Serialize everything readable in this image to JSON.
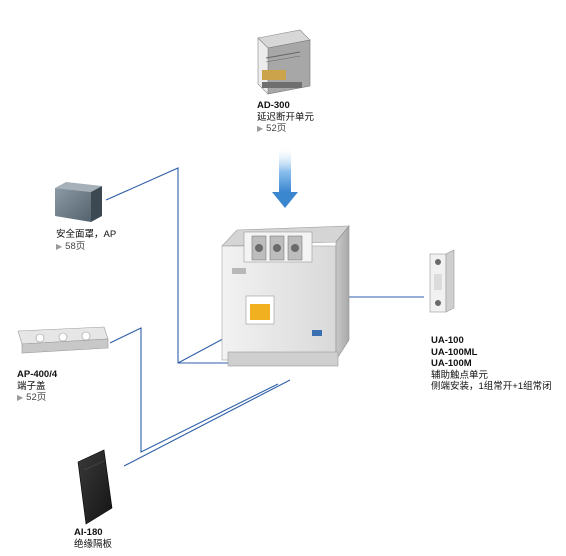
{
  "delay_unit": {
    "code": "AD-300",
    "name": "延迟断开单元",
    "page": "52页"
  },
  "safety_cover": {
    "name": "安全面罩，AP",
    "page": "58页"
  },
  "terminal_cover": {
    "code": "AP-400/4",
    "name": "端子盖",
    "page": "52页"
  },
  "barrier": {
    "code": "AI-180",
    "name": "绝缘隔板"
  },
  "aux_contact": {
    "codes": [
      "UA-100",
      "UA-100ML",
      "UA-100M"
    ],
    "name": "辅助触点单元",
    "note": "侧端安装，1组常开+1组常闭"
  },
  "colors": {
    "connector_line": "#2f5fa8",
    "arrow": "#3a86cf",
    "contactor_body": "#e9e9e9",
    "handle": "#f0b020"
  }
}
